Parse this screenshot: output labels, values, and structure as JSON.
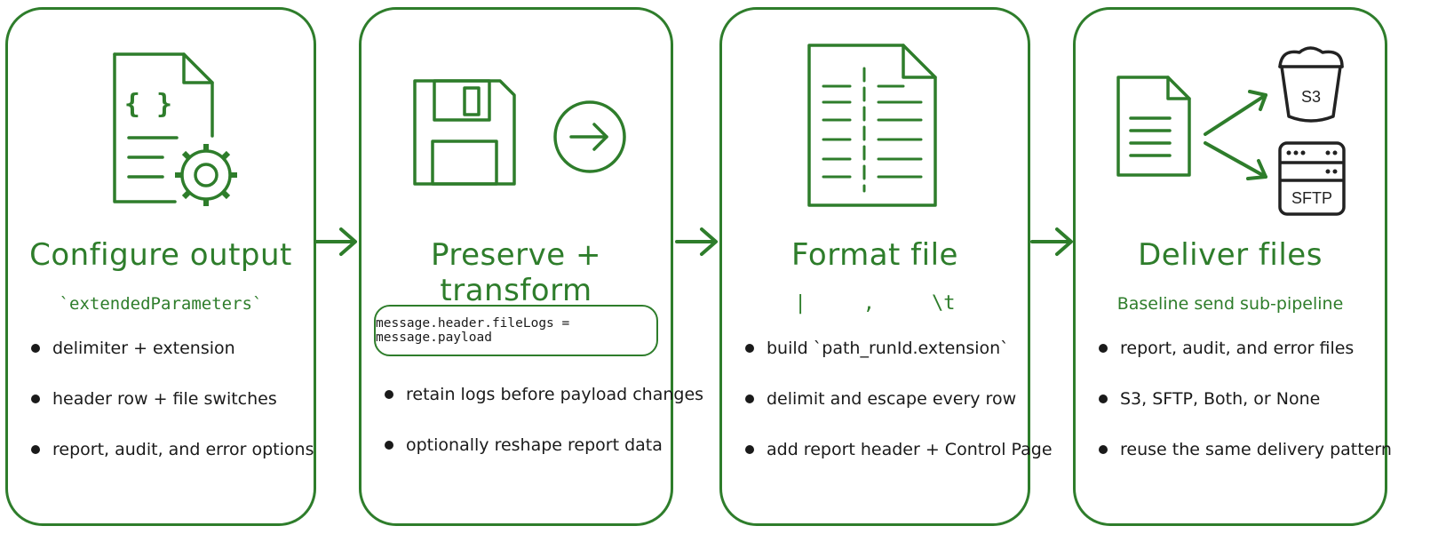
{
  "colors": {
    "accent": "#2e7d2b",
    "text": "#1a1a1a"
  },
  "steps": [
    {
      "icon": "config-document-gear-icon",
      "icon_text": "{ }",
      "title": "Configure output",
      "subtitle": "`extendedParameters`",
      "bullets": [
        "delimiter + extension",
        "header row + file switches",
        "report, audit, and error options"
      ]
    },
    {
      "icon": "floppy-disk-icon",
      "icon2": "arrow-circle-icon",
      "title": "Preserve + transform",
      "code": "message.header.fileLogs = message.payload",
      "bullets": [
        "retain logs before payload changes",
        "optionally reshape report data"
      ]
    },
    {
      "icon": "delimited-document-icon",
      "title": "Format file",
      "delimiters": [
        "|",
        ",",
        "\\t"
      ],
      "bullets": [
        "build `path_runId.extension`",
        "delimit and escape every row",
        "add report header + Control Page"
      ]
    },
    {
      "icon": "delivery-document-icon",
      "destinations": [
        "S3",
        "SFTP"
      ],
      "title": "Deliver files",
      "subtitle": "Baseline send sub-pipeline",
      "bullets": [
        "report, audit, and error files",
        "S3, SFTP, Both, or None",
        "reuse the same delivery pattern"
      ]
    }
  ]
}
